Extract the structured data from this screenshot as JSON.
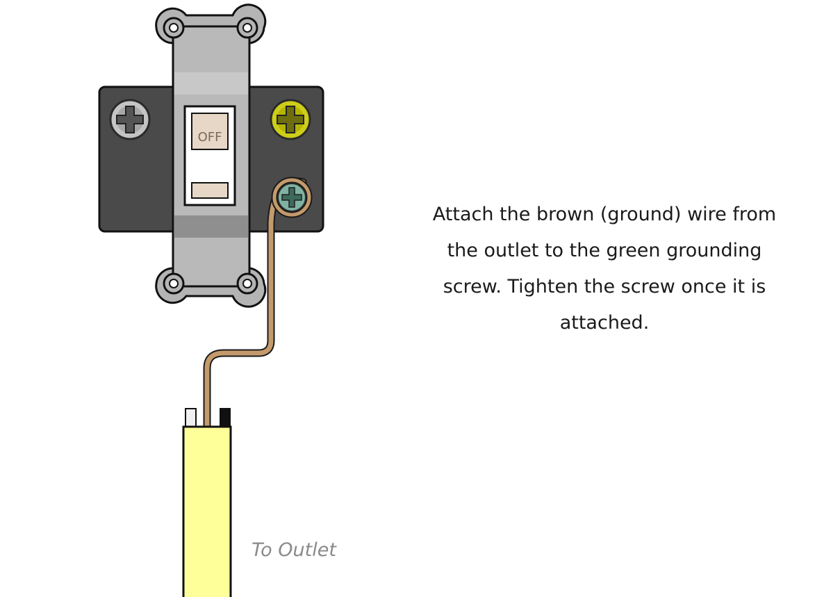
{
  "switch": {
    "toggle_label": "OFF",
    "state": "off"
  },
  "instruction": {
    "text": "Attach the brown (ground) wire from the outlet to the green grounding screw. Tighten the screw once it is attached."
  },
  "cable": {
    "label": "To Outlet"
  },
  "colors": {
    "box": "#4a4a4a",
    "yoke": "#b9b9b9",
    "screw_silver": "#c4c4c4",
    "screw_brass": "#cdcd1a",
    "screw_ground": "#7fb2a2",
    "ground_wire": "#c49a6c",
    "cable_jacket": "#ffff99",
    "toggle_face": "#e6d7c6"
  }
}
